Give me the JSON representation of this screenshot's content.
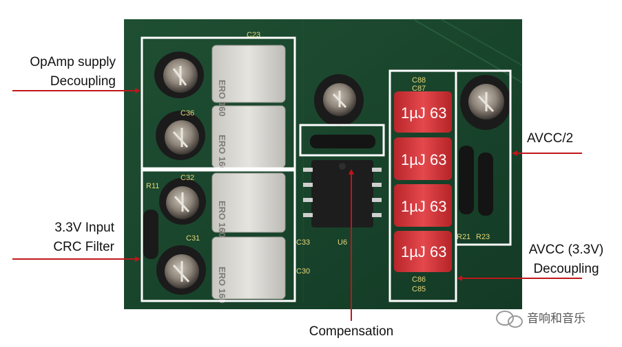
{
  "callouts": {
    "opamp": [
      "OpAmp supply",
      "Decoupling"
    ],
    "input": [
      "3.3V Input",
      "CRC Filter"
    ],
    "compensation": "Compensation",
    "avcc_half": "AVCC/2",
    "avcc_decoupling": [
      "AVCC (3.3V)",
      "Decoupling"
    ]
  },
  "watermark": {
    "text": "音响和音乐"
  },
  "capacitor_marking": "1µJ 63",
  "board_labels": {
    "c_left_top": "C23",
    "c36": "C36",
    "c32": "C32",
    "c31": "C31",
    "r11": "R11",
    "c33": "C33",
    "u6": "U6",
    "c30": "C30",
    "c88": "C88",
    "c87": "C87",
    "c86": "C86",
    "c85": "C85",
    "r21": "R21",
    "r23": "R23"
  },
  "colors": {
    "pcb": "#17402a",
    "highlight": "#ffffff",
    "arrow": "#c0161a",
    "red_cap": "#d9363a",
    "grey_cap": "#d6d4cf"
  }
}
